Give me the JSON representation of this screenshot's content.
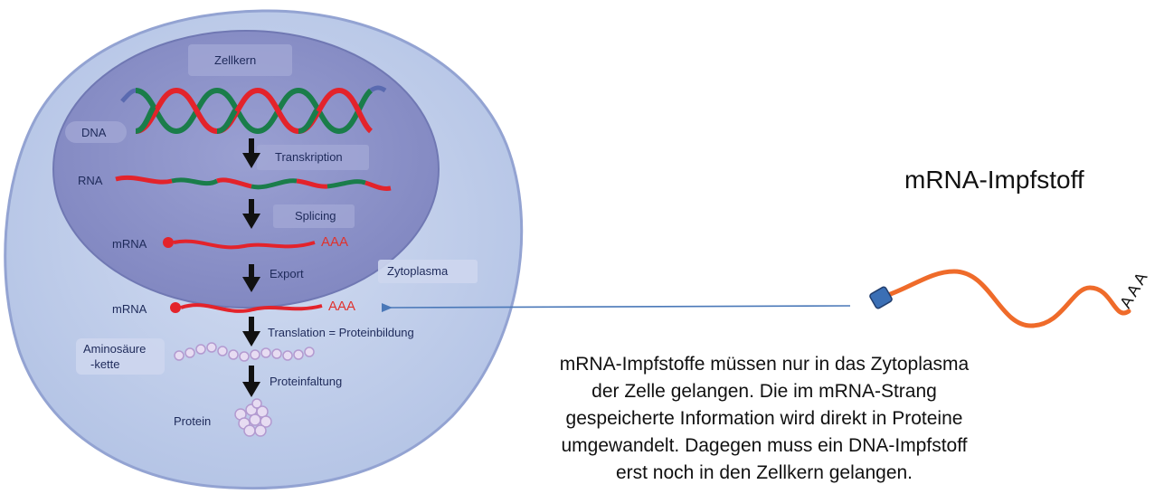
{
  "cell": {
    "nucleus_label": "Zellkern",
    "dna_label": "DNA",
    "transcription_label": "Transkription",
    "rna_label": "RNA",
    "splicing_label": "Splicing",
    "mrna_nucleus_label": "mRNA",
    "aaa_nucleus": "AAA",
    "export_label": "Export",
    "cytoplasm_label": "Zytoplasma",
    "mrna_cyto_label": "mRNA",
    "aaa_cyto": "AAA",
    "translation_label": "Translation = Proteinbildung",
    "amino_line1": "Aminosäure",
    "amino_line2": "-kette",
    "folding_label": "Proteinfaltung",
    "protein_label": "Protein"
  },
  "vaccine": {
    "title": "mRNA-Impfstoff",
    "tail_label": "AAA",
    "description": [
      "mRNA-Impfstoffe müssen nur in das Zytoplasma",
      "der Zelle gelangen. Die im mRNA-Strang",
      "gespeicherte Information wird direkt in Proteine",
      "umgewandelt. Dagegen muss ein DNA-Impfstoff",
      "erst noch in den Zellkern gelangen."
    ]
  },
  "colors": {
    "cell_fill": "#bccbe8",
    "cell_edge": "#8f9fcf",
    "nucleus_fill": "#8d93c9",
    "dna_red": "#e3232b",
    "dna_green": "#1a7d4a",
    "vaccine_strand": "#ef6b2a",
    "vaccine_cap": "#3b6fb5",
    "arrow_blue": "#4a78b8"
  }
}
